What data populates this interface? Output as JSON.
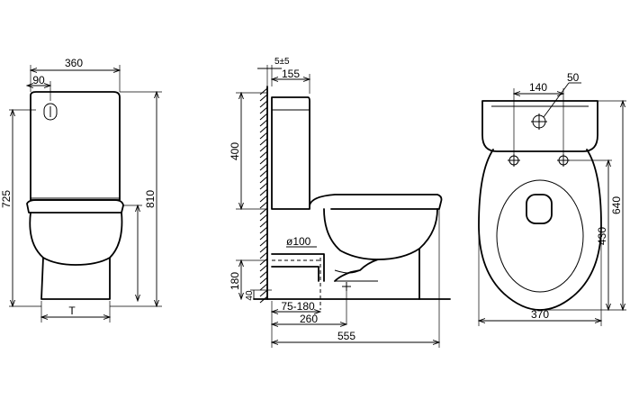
{
  "front_view": {
    "dims": {
      "width": "360",
      "button_offset": "90",
      "height_overall": "810",
      "height_seat": "725",
      "foot_label": "T"
    }
  },
  "side_view": {
    "dims": {
      "wall_gap": "5±5",
      "tank_depth": "155",
      "tank_height": "400",
      "outlet_diameter": "ø100",
      "outlet_height": "180",
      "floor_height": "40",
      "outlet_range": "75-180",
      "outlet_center": "260",
      "total_depth": "555"
    }
  },
  "top_view": {
    "dims": {
      "hole_spacing": "140",
      "hole_diameter": "50",
      "bowl_width": "370",
      "total_length": "640",
      "bowl_length": "430"
    }
  }
}
